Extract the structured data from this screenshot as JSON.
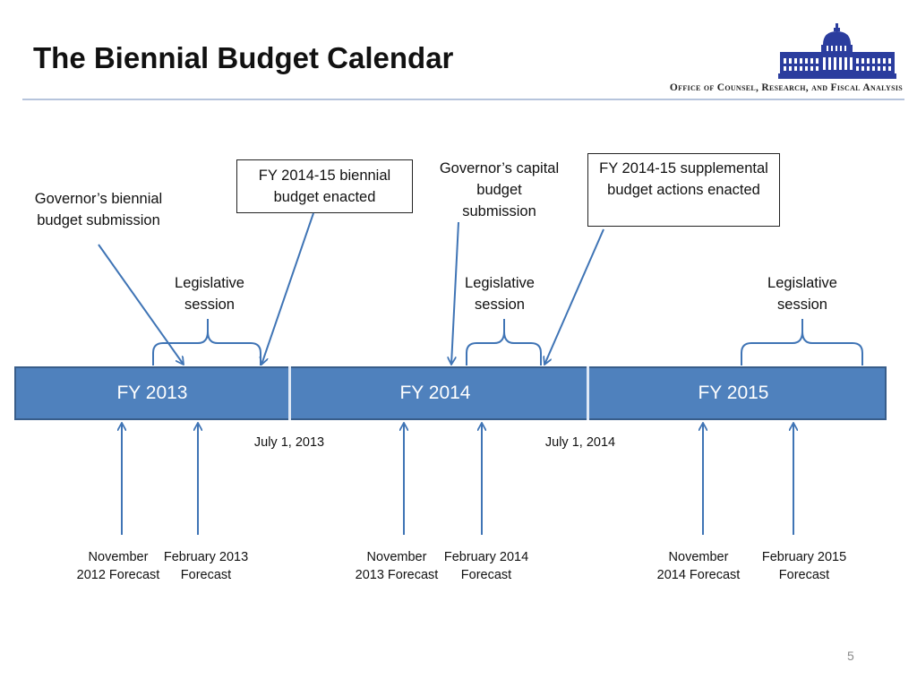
{
  "header": {
    "title": "The Biennial Budget Calendar",
    "subtitle": "Office of Counsel, Research, and Fiscal Analysis"
  },
  "callouts": {
    "gov_biennial": "Governor’s biennial budget submission",
    "enacted": "FY 2014-15 biennial budget enacted",
    "capital": "Governor’s capital budget submission",
    "supplemental": "FY 2014-15 supplemental budget actions enacted"
  },
  "sessions": [
    "Legislative session",
    "Legislative session",
    "Legislative session"
  ],
  "fiscal_years": [
    "FY 2013",
    "FY 2014",
    "FY 2015"
  ],
  "dates": [
    "July 1, 2013",
    "July 1, 2014"
  ],
  "forecasts": [
    "November 2012 Forecast",
    "February 2013 Forecast",
    "November 2013 Forecast",
    "February 2014 Forecast",
    "November 2014 Forecast",
    "February 2015 Forecast"
  ],
  "page_number": "5",
  "colors": {
    "bar": "#4f81bd",
    "bar_border": "#385d8a",
    "arrow": "#3f74b5",
    "rule": "#b6c4dc",
    "logo": "#2b3d9e"
  }
}
